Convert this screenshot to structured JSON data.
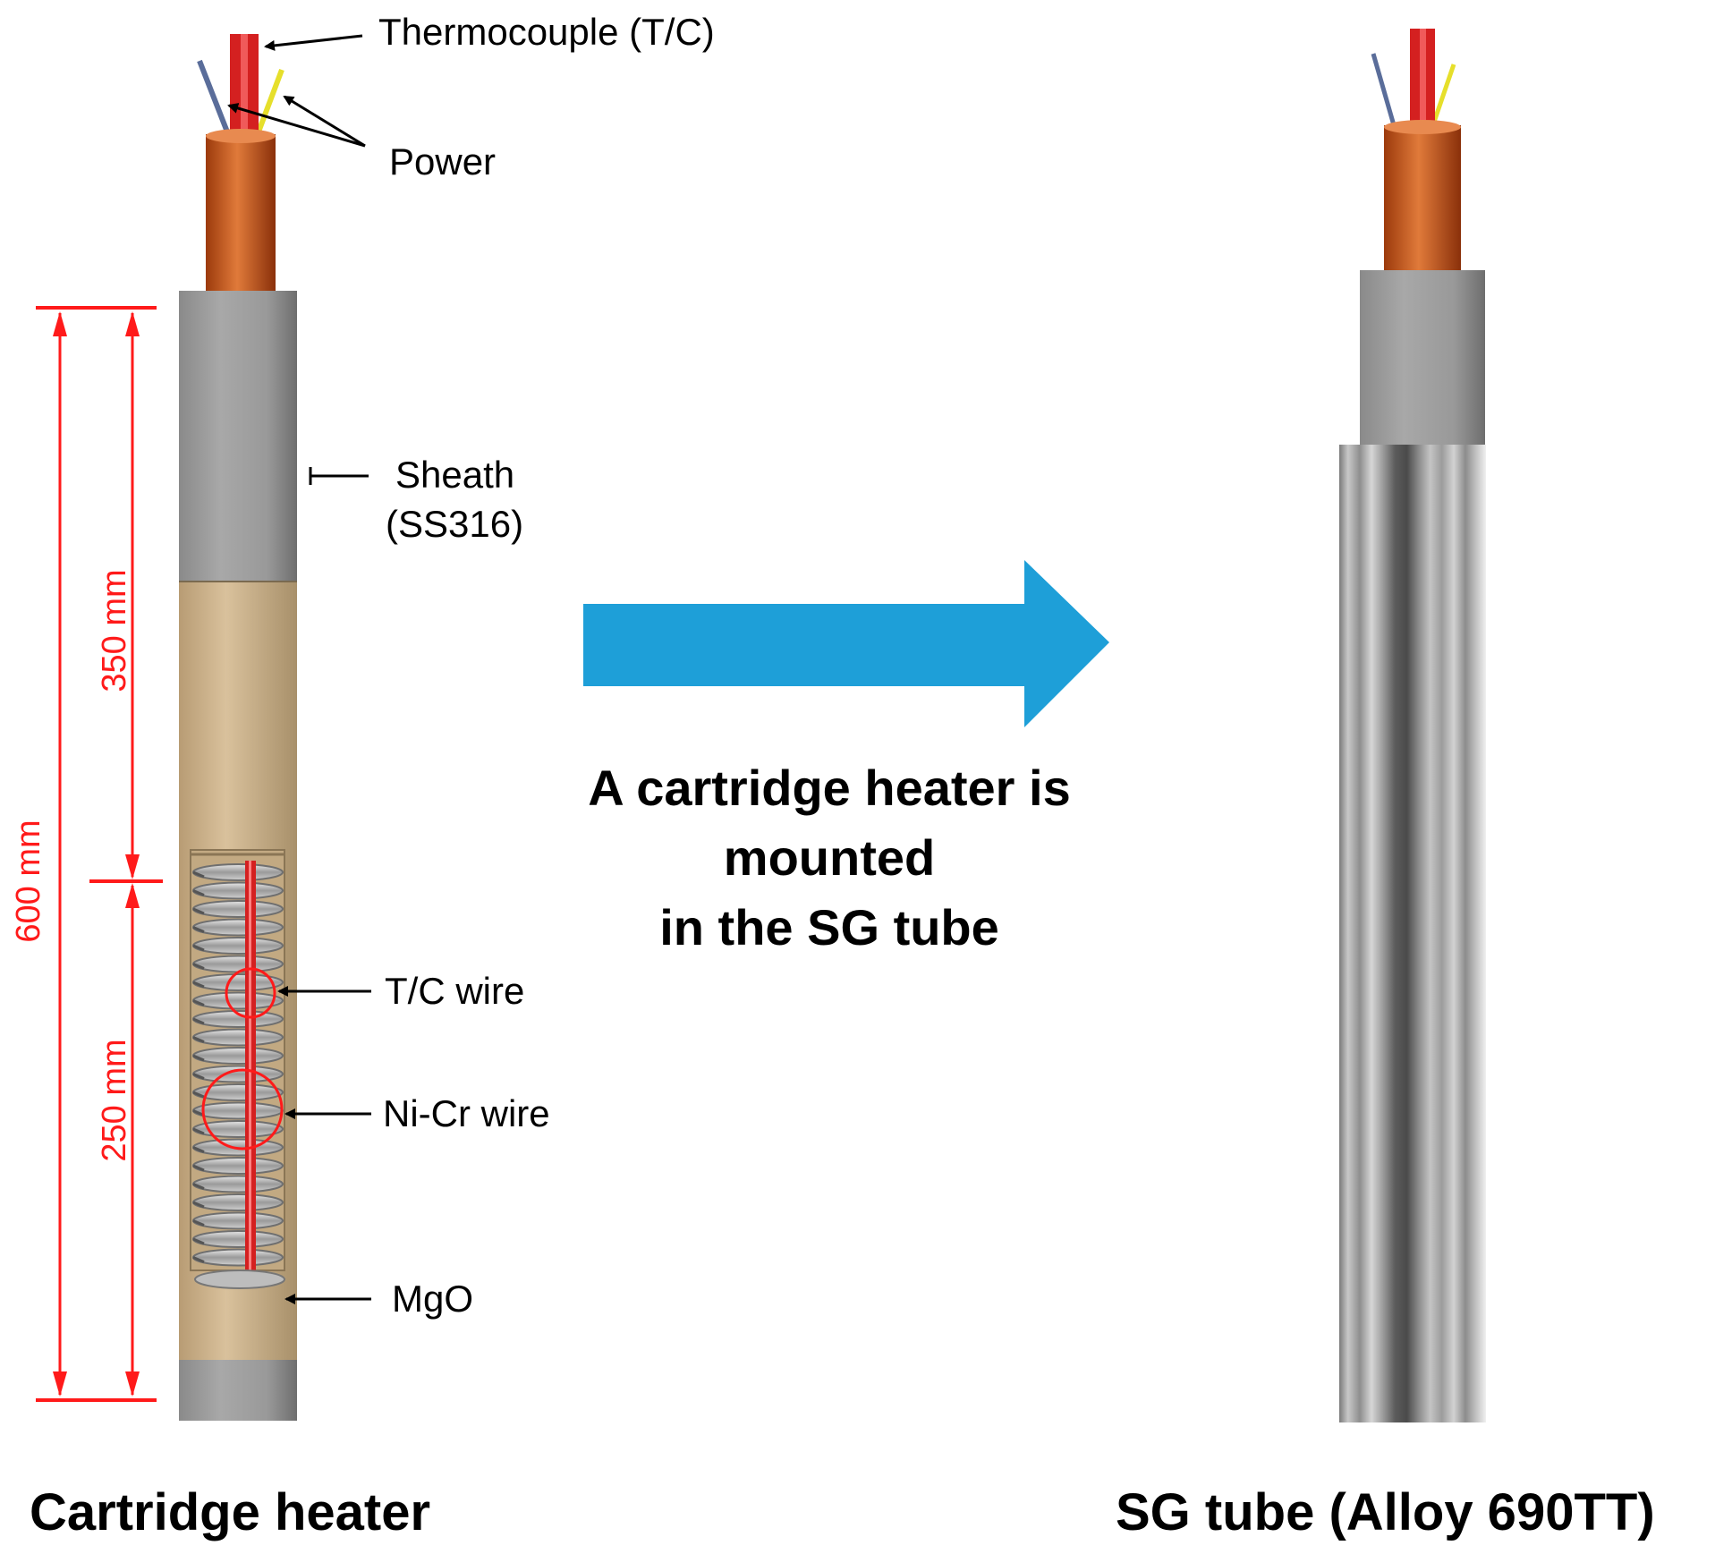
{
  "colors": {
    "dimension_red": "#ff1a1a",
    "arrow_blue": "#1e9fd8",
    "insulation_orange": "#c8581c",
    "sheath_gray": "#9a9a9a",
    "mgo_tan": "#cdb38d",
    "tc_red": "#d42020",
    "power_wire_blue": "#5a6d9a",
    "power_wire_yellow": "#e6df2b"
  },
  "labels": {
    "thermocouple": "Thermocouple (T/C)",
    "power": "Power",
    "sheath_line1": "Sheath",
    "sheath_line2": "(SS316)",
    "tc_wire": "T/C wire",
    "nicr_wire": "Ni-Cr wire",
    "mgo": "MgO"
  },
  "dimensions": {
    "total": "600 mm",
    "upper": "350 mm",
    "lower": "250 mm"
  },
  "transition": {
    "line1": "A cartridge heater is",
    "line2": "mounted",
    "line3": "in the SG tube"
  },
  "captions": {
    "left": "Cartridge heater",
    "right": "SG tube (Alloy 690TT)"
  }
}
